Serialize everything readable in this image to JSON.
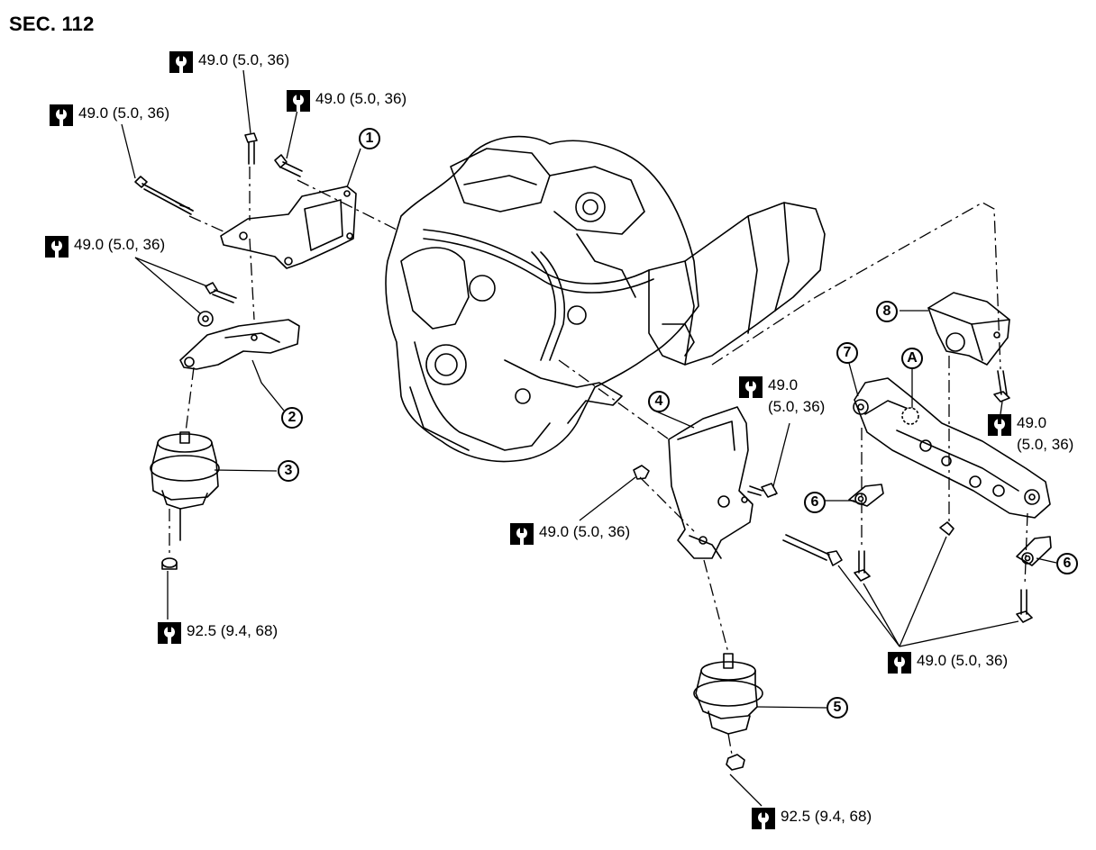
{
  "section": "SEC. 112",
  "torques": {
    "t1": "49.0 (5.0, 36)",
    "t2": "49.0 (5.0, 36)",
    "t3": "49.0 (5.0, 36)",
    "t4": "49.0 (5.0, 36)",
    "t5": "92.5 (9.4, 68)",
    "t6_line1": "49.0",
    "t6_line2": "(5.0, 36)",
    "t7": "49.0 (5.0, 36)",
    "t8_line1": "49.0",
    "t8_line2": "(5.0, 36)",
    "t9": "49.0 (5.0, 36)",
    "t10": "92.5 (9.4, 68)"
  },
  "callouts": {
    "c1": "1",
    "c2": "2",
    "c3": "3",
    "c4": "4",
    "c5": "5",
    "c6a": "6",
    "c6b": "6",
    "c7": "7",
    "c8": "8",
    "cA": "A"
  },
  "icon_names": [
    "torque-wrench-icon"
  ]
}
